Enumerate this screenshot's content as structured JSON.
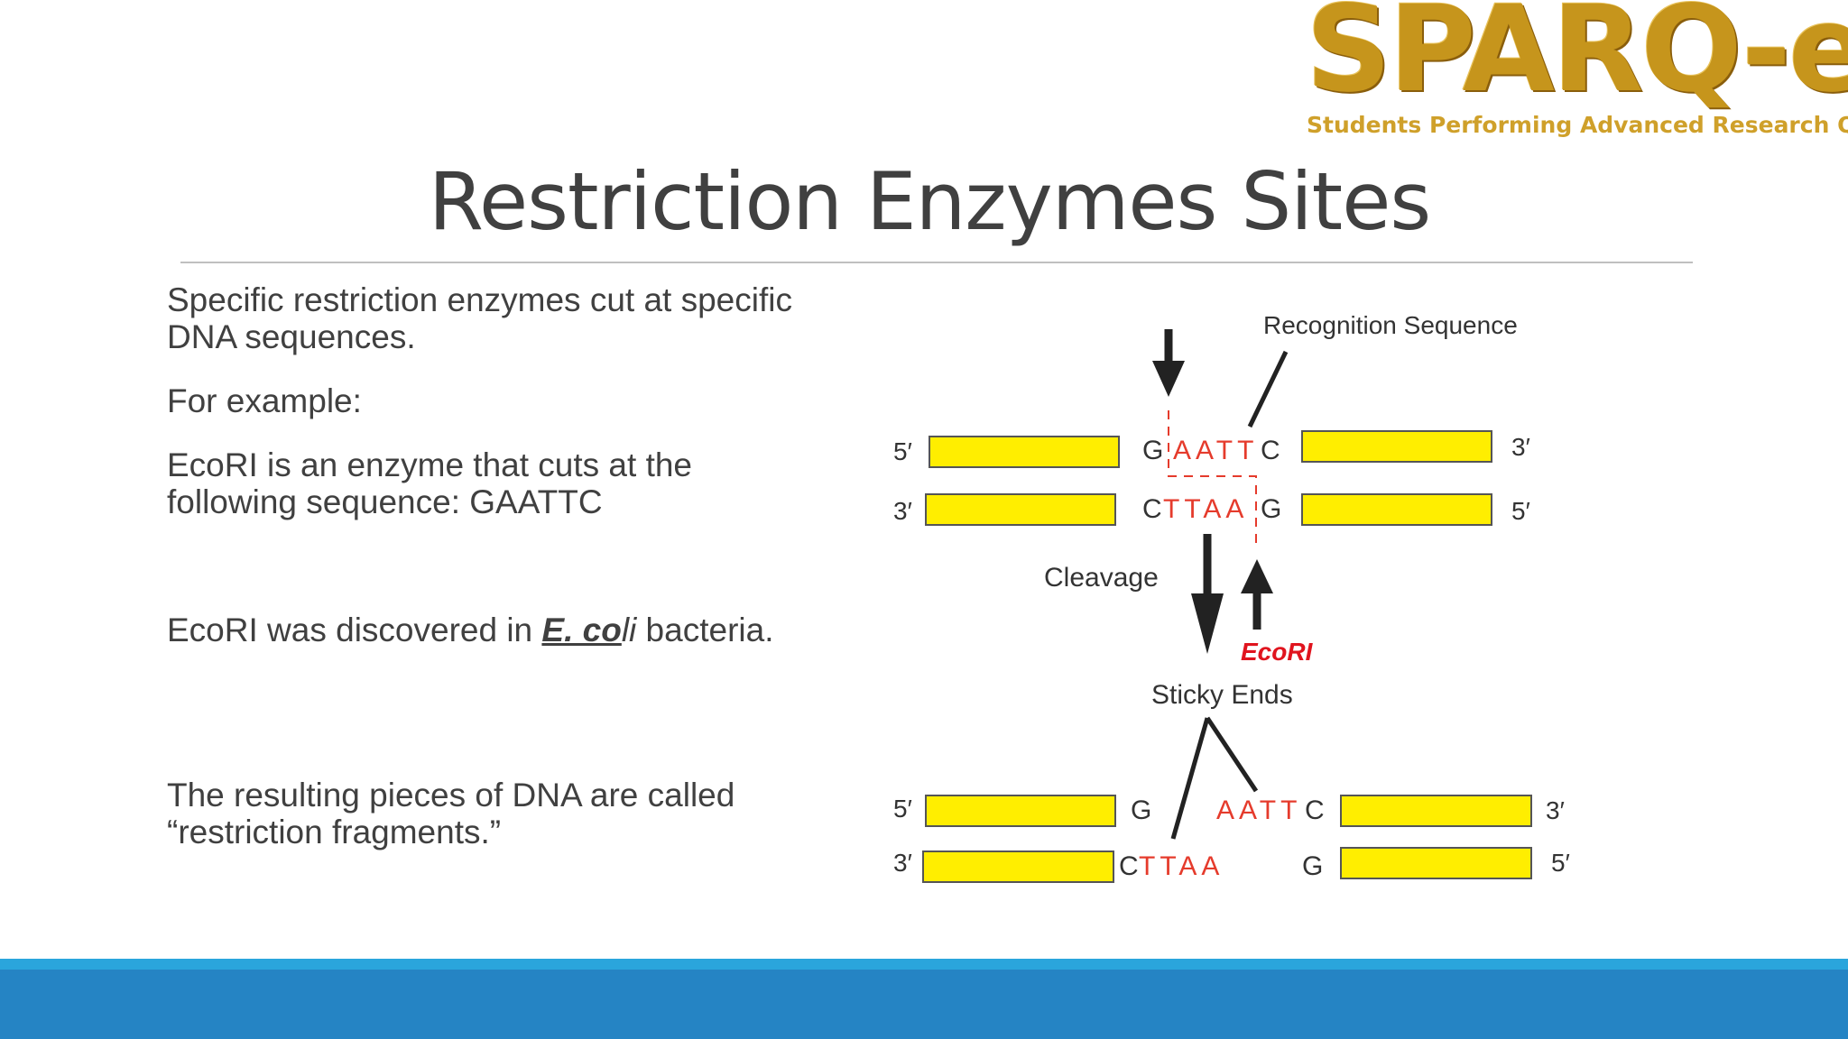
{
  "logo": {
    "wordmark": "SPARQ-ed",
    "tagline": "Students Performing Advanced Research QLD"
  },
  "slide": {
    "title": "Restriction Enzymes Sites",
    "paragraphs": {
      "p1": "Specific restriction enzymes cut at specific DNA sequences.",
      "p2": "For example:",
      "p3": "EcoRI is an enzyme that cuts at the following sequence: GAATTC",
      "p4_before": "EcoRI was discovered in ",
      "p4_bold": "E. co",
      "p4_italic": "li",
      "p4_after": " bacteria.",
      "p5": "The resulting pieces of DNA are called “restriction fragments.”"
    }
  },
  "diagram": {
    "label_recognition": "Recognition Sequence",
    "label_cleavage": "Cleavage",
    "label_enzyme": "EcoRI",
    "label_sticky": "Sticky Ends",
    "end5": "5′",
    "end3": "3′",
    "top_strand": {
      "left": "G",
      "mid": "AATT",
      "right": "C"
    },
    "bottom_strand": {
      "left": "C",
      "mid": "TTAA",
      "right": "G"
    },
    "frag_top_left": "G",
    "frag_top_right_mid": "AATT",
    "frag_top_right_end": "C",
    "frag_bottom_left_end": "C",
    "frag_bottom_left_mid": "TTAA",
    "frag_bottom_right": "G"
  },
  "colors": {
    "dna_bar": "#ffee00",
    "site_red": "#e53b2c",
    "footer_light": "#2aa5dc",
    "footer_dark": "#2584c4"
  }
}
